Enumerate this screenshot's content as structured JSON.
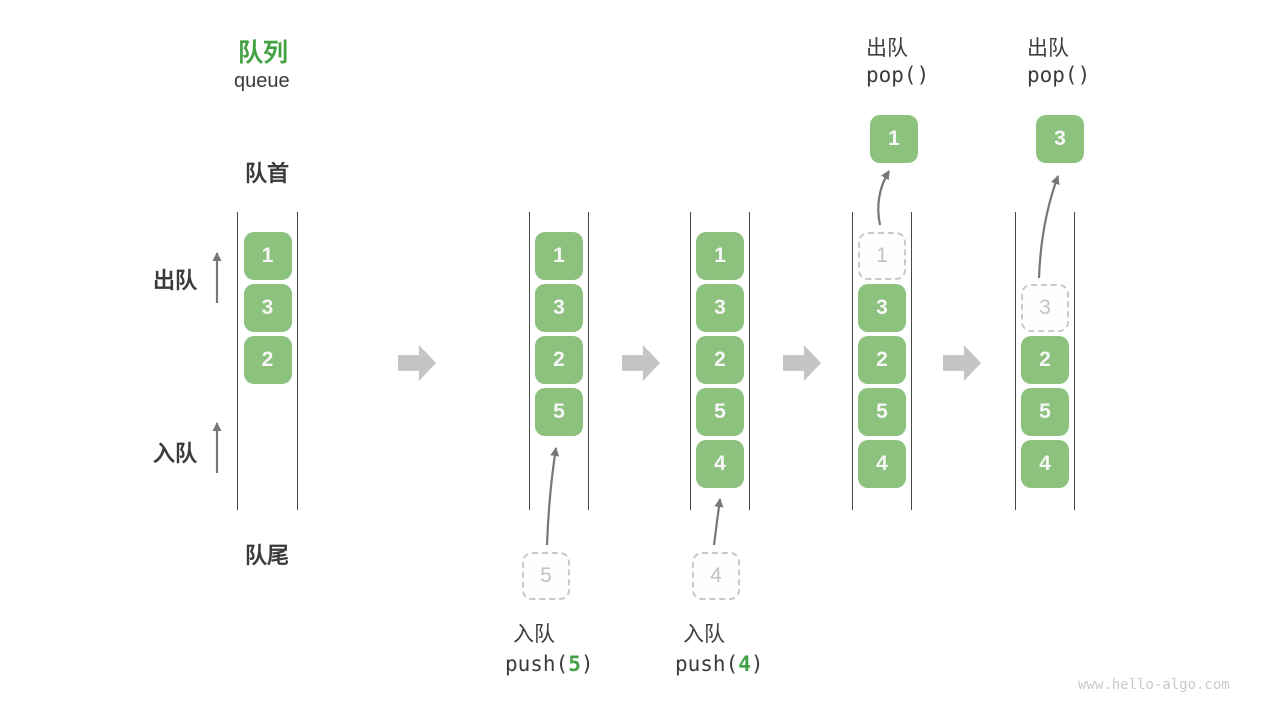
{
  "header": {
    "title": "队列",
    "subtitle": "queue"
  },
  "side_labels": {
    "front": "队首",
    "rear": "队尾",
    "dequeue": "出队",
    "enqueue": "入队"
  },
  "footer": {
    "watermark": "www.hello-algo.com"
  },
  "colors": {
    "accent_green": "#43a344",
    "box_green": "#8cc17e",
    "box_digit": "#f7f7f7",
    "dark_text": "#3b3b3b",
    "wall_line": "#474747",
    "block_arrow_gray": "#c4c4c4",
    "thin_arrow_gray": "#777777",
    "dashed_border": "#c9c9c9",
    "ghost_text": "#c3c3c3",
    "watermark_gray": "#c9c9c9"
  },
  "queues": [
    {
      "name": "initial-queue",
      "slots": [
        {
          "value": "1",
          "type": "filled"
        },
        {
          "value": "3",
          "type": "filled"
        },
        {
          "value": "2",
          "type": "filled"
        }
      ]
    },
    {
      "name": "after-push-5",
      "slots": [
        {
          "value": "1",
          "type": "filled"
        },
        {
          "value": "3",
          "type": "filled"
        },
        {
          "value": "2",
          "type": "filled"
        },
        {
          "value": "5",
          "type": "filled"
        }
      ],
      "enqueue_op": {
        "caption": "入队",
        "func_prefix": "push(",
        "arg": "5",
        "func_suffix": ")",
        "ghost_value": "5"
      }
    },
    {
      "name": "after-push-4",
      "slots": [
        {
          "value": "1",
          "type": "filled"
        },
        {
          "value": "3",
          "type": "filled"
        },
        {
          "value": "2",
          "type": "filled"
        },
        {
          "value": "5",
          "type": "filled"
        },
        {
          "value": "4",
          "type": "filled"
        }
      ],
      "enqueue_op": {
        "caption": "入队",
        "func_prefix": "push(",
        "arg": "4",
        "func_suffix": ")",
        "ghost_value": "4"
      }
    },
    {
      "name": "after-pop-1",
      "slots": [
        {
          "value": "1",
          "type": "ghost"
        },
        {
          "value": "3",
          "type": "filled"
        },
        {
          "value": "2",
          "type": "filled"
        },
        {
          "value": "5",
          "type": "filled"
        },
        {
          "value": "4",
          "type": "filled"
        }
      ],
      "dequeue_op": {
        "caption": "出队",
        "func": "pop()",
        "value": "1"
      }
    },
    {
      "name": "after-pop-3",
      "slots": [
        {
          "value": "",
          "type": "empty"
        },
        {
          "value": "3",
          "type": "ghost"
        },
        {
          "value": "2",
          "type": "filled"
        },
        {
          "value": "5",
          "type": "filled"
        },
        {
          "value": "4",
          "type": "filled"
        }
      ],
      "dequeue_op": {
        "caption": "出队",
        "func": "pop()",
        "value": "3"
      }
    }
  ]
}
